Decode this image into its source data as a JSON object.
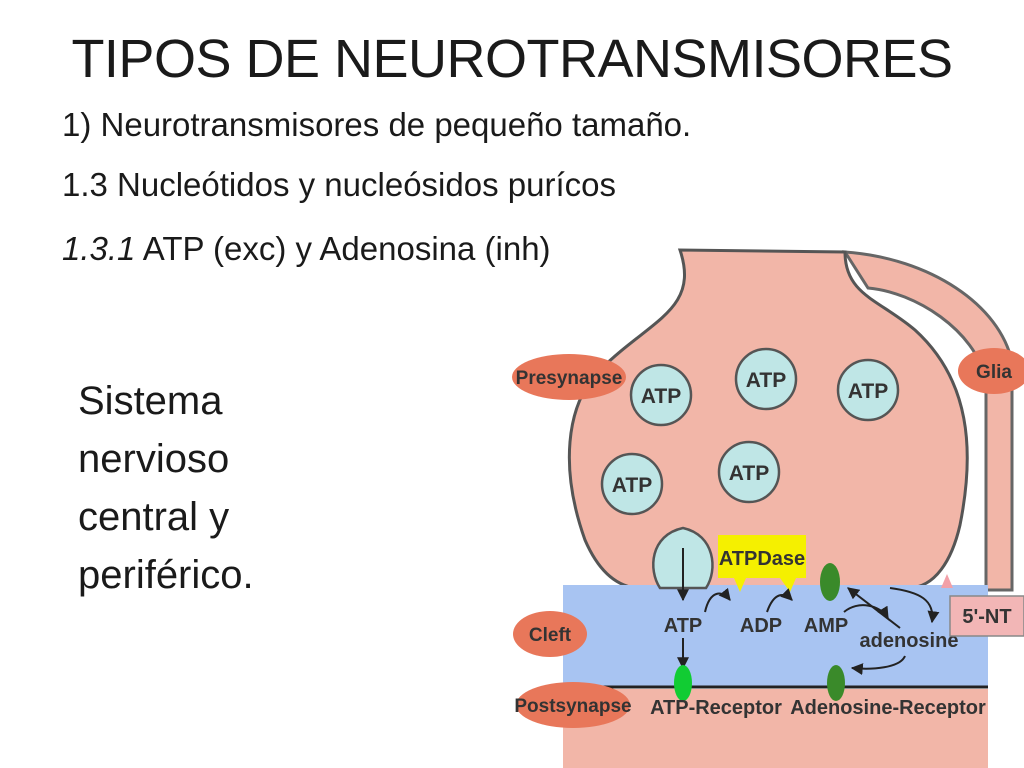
{
  "slide": {
    "title": "TIPOS DE NEUROTRANSMISORES",
    "heading1": "1)  Neurotransmisores de pequeño tamaño.",
    "heading2": "1.3 Nucleótidos y nucleósidos purícos",
    "heading3_number": "1.3.1",
    "heading3_text": " ATP (exc) y Adenosina (inh)",
    "note_lines": [
      "Sistema",
      "nervioso",
      "central y",
      "periférico."
    ]
  },
  "diagram": {
    "labels": {
      "presynapse": "Presynapse",
      "glia": "Glia",
      "cleft": "Cleft",
      "postsynapse": "Postsynapse",
      "nt5": "5'-NT",
      "atpdase": "ATPDase"
    },
    "vesicles": [
      "ATP",
      "ATP",
      "ATP",
      "ATP",
      "ATP"
    ],
    "molecules": {
      "atp": "ATP",
      "adp": "ADP",
      "amp": "AMP",
      "adenosine": "adenosine"
    },
    "receptors": {
      "atp_receptor": "ATP-Receptor",
      "adenosine_receptor": "Adenosine-Receptor"
    },
    "colors": {
      "neuron": "#f2b6a8",
      "neuron_outline": "#555555",
      "cleft": "#a8c4f2",
      "vesicle": "#bfe6e6",
      "label_ellipse": "#e8775a",
      "atpdase": "#f5f000",
      "receptor_green": "#11cc33",
      "receptor_dark_green": "#3a8a2a",
      "nt5_box": "#f2b6b6"
    }
  }
}
